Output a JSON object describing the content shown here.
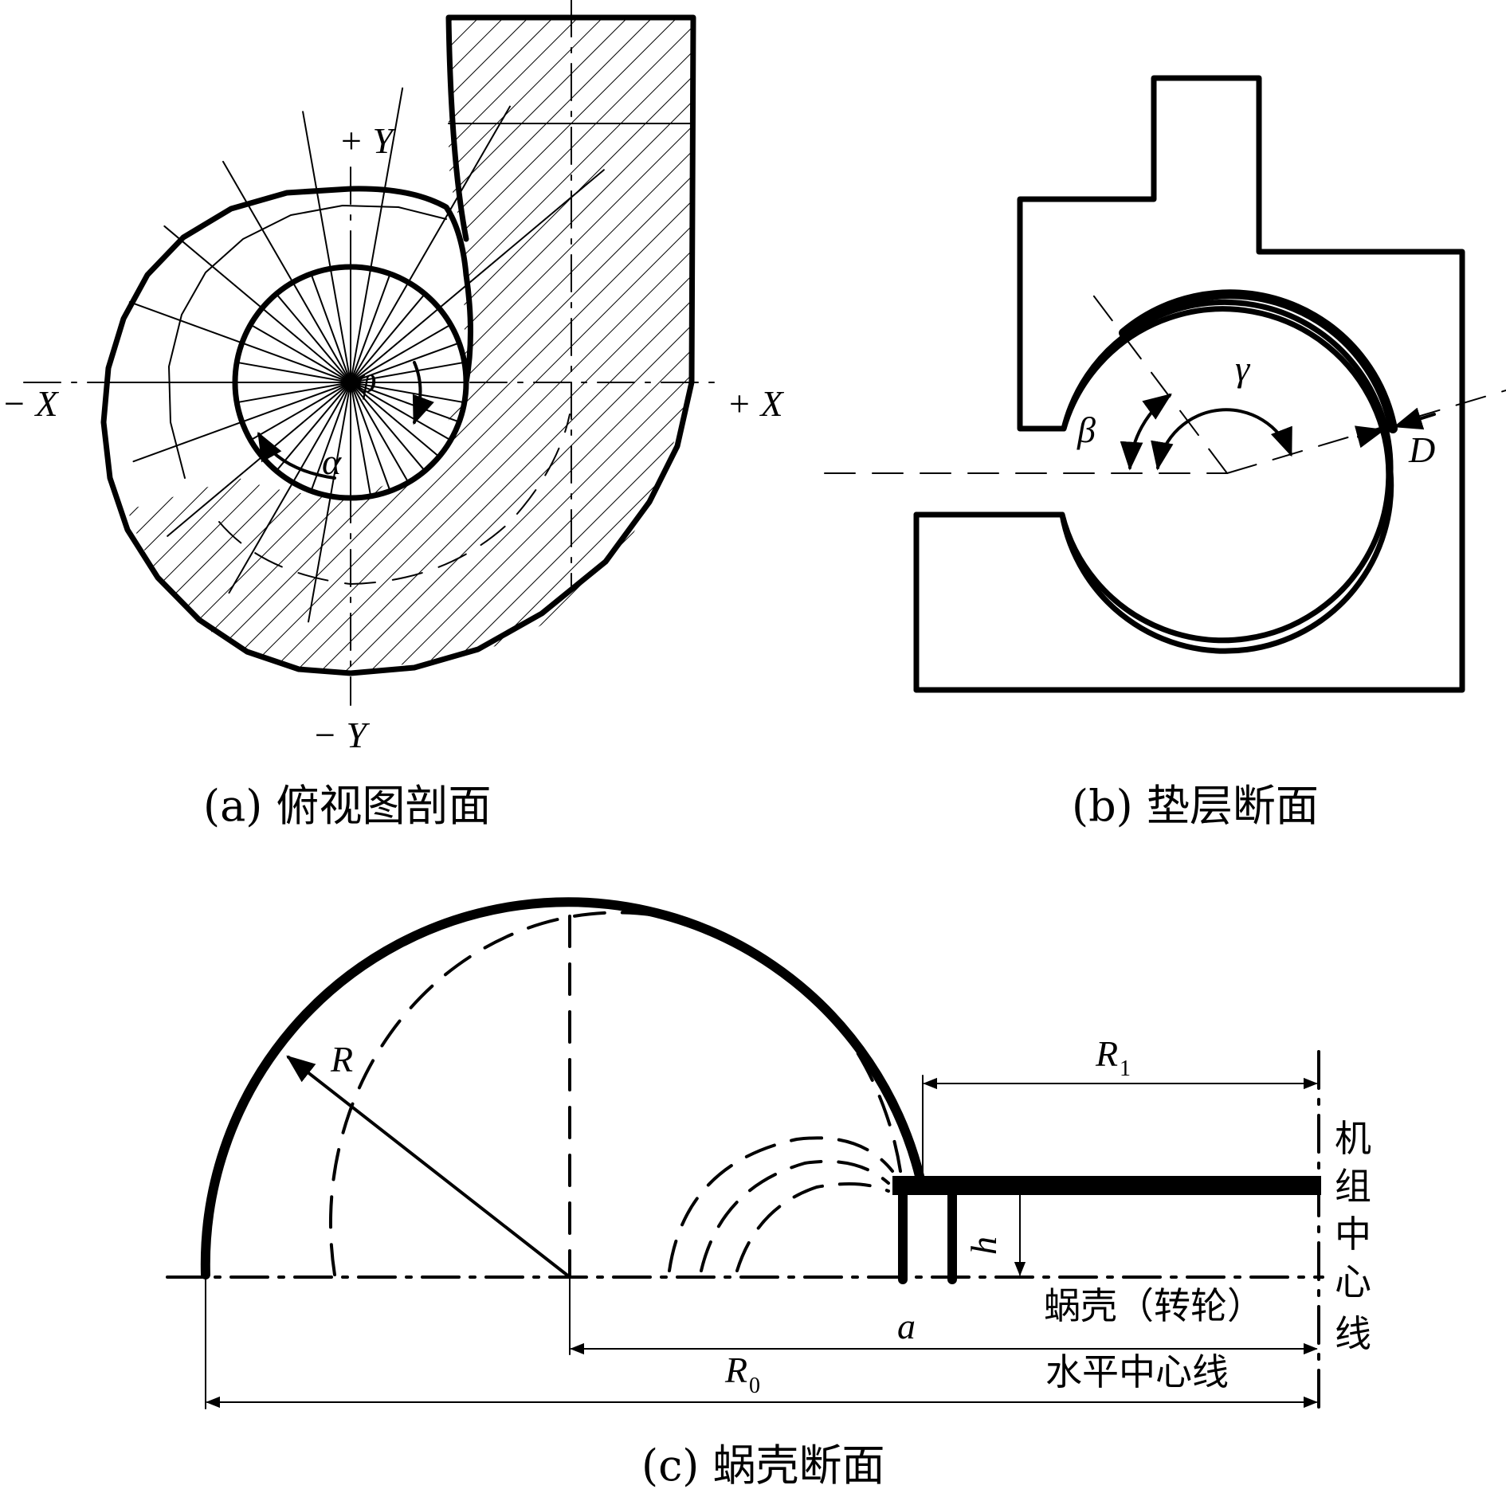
{
  "panel_a": {
    "caption": "(a) 俯视图剖面",
    "axis_plus_y": "+ Y",
    "axis_minus_y": "− Y",
    "axis_minus_x": "− X",
    "axis_plus_x": "+ X",
    "angle_phi": "φ",
    "angle_alpha": "α"
  },
  "panel_b": {
    "caption": "(b) 垫层断面",
    "angle_beta": "β",
    "angle_gamma": "γ",
    "dim_d": "D"
  },
  "panel_c": {
    "caption": "(c) 蜗壳断面",
    "radius_r": "R",
    "radius_r1": "R",
    "radius_r1_sub": "1",
    "radius_r0": "R",
    "radius_r0_sub": "0",
    "dim_h": "h",
    "dim_a": "a",
    "label_volute": "蜗壳（转轮）",
    "label_horizontal_centerline": "水平中心线",
    "label_unit_centerline": [
      "机",
      "组",
      "中",
      "心",
      "线"
    ]
  }
}
